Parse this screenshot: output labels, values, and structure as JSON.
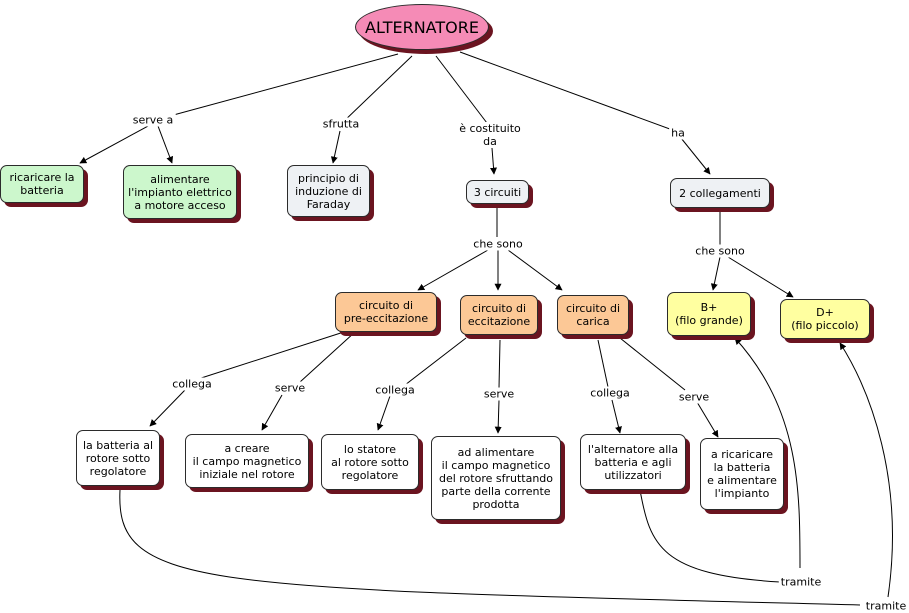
{
  "root": "ALTERNATORE",
  "nodes": {
    "ricaricare": "ricaricare la\nbatteria",
    "alimentare": "alimentare\nl'impianto elettrico\na motore acceso",
    "principio": "principio di\ninduzione di\nFaraday",
    "tre_circuiti": "3 circuiti",
    "due_collegamenti": "2 collegamenti",
    "pre_eccitazione": "circuito di\npre-eccitazione",
    "eccitazione": "circuito di\neccitazione",
    "carica": "circuito di\ncarica",
    "b_plus": "B+\n(filo grande)",
    "d_plus": "D+\n(filo piccolo)",
    "batteria_rotore": "la batteria al\nrotore sotto\nregolatore",
    "creare_campo": "a creare\nil campo magnetico\niniziale nel rotore",
    "statore_rotore": "lo statore\nal rotore sotto\nregolatore",
    "alimentare_campo": "ad alimentare\nil campo magnetico\ndel rotore sfruttando\nparte della corrente\nprodotta",
    "alternatore_batteria": "l'alternatore alla\nbatteria e agli\nutilizzatori",
    "ricaricare_impianto": "a ricaricare\nla batteria\ne alimentare\nl'impianto"
  },
  "links": {
    "serve_a": "serve a",
    "sfrutta": "sfrutta",
    "costituito": "è costituito\nda",
    "ha": "ha",
    "che_sono_1": "che sono",
    "che_sono_2": "che sono",
    "collega_1": "collega",
    "serve_1": "serve",
    "collega_2": "collega",
    "serve_2": "serve",
    "collega_3": "collega",
    "serve_3": "serve",
    "tramite_1": "tramite",
    "tramite_2": "tramite"
  }
}
